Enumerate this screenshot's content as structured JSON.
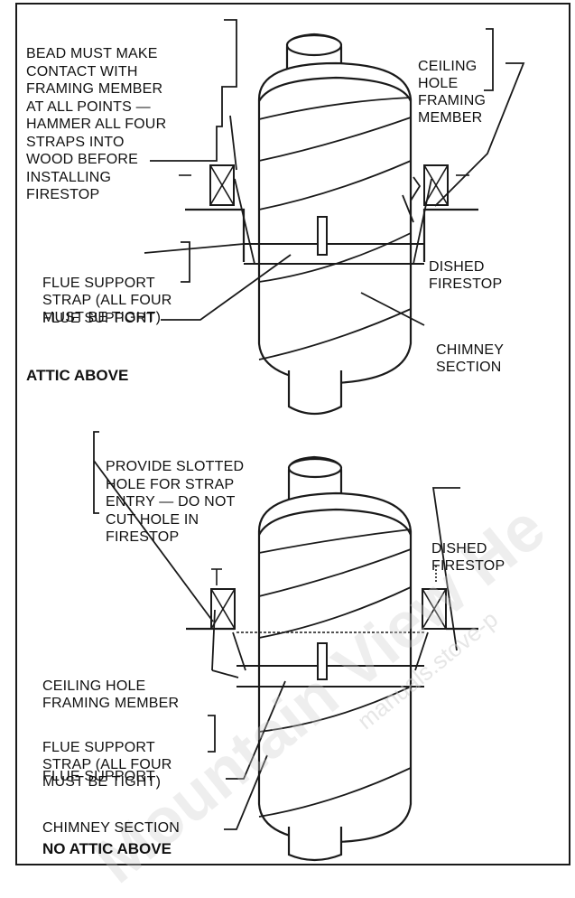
{
  "colors": {
    "ink": "#1a1a1a",
    "paper": "#ffffff",
    "watermark": "#d4d4d4"
  },
  "top_section": {
    "heading": "ATTIC ABOVE",
    "bead_note": [
      "BEAD MUST MAKE",
      "CONTACT WITH",
      "FRAMING MEMBER",
      "AT ALL POINTS —",
      "HAMMER ALL FOUR",
      "STRAPS INTO",
      "WOOD BEFORE",
      "INSTALLING",
      "FIRESTOP"
    ],
    "ceiling_hole": [
      "CEILING",
      "HOLE",
      "FRAMING",
      "MEMBER"
    ],
    "dished_firestop": [
      "DISHED",
      "FIRESTOP"
    ],
    "strap": [
      "FLUE SUPPORT",
      "STRAP (ALL FOUR",
      "MUST BE TIGHT)"
    ],
    "flue_support": "FLUE SUPPORT",
    "chimney_section": [
      "CHIMNEY",
      "SECTION"
    ]
  },
  "bottom_section": {
    "heading": "NO ATTIC ABOVE",
    "slotted_note": [
      "PROVIDE SLOTTED",
      "HOLE FOR STRAP",
      "ENTRY — DO NOT",
      "CUT HOLE IN",
      "FIRESTOP"
    ],
    "dished_firestop": [
      "DISHED",
      "FIRESTOP"
    ],
    "ceiling_hole": [
      "CEILING HOLE",
      "FRAMING MEMBER"
    ],
    "strap": [
      "FLUE SUPPORT",
      "STRAP (ALL FOUR",
      "MUST BE TIGHT)"
    ],
    "flue_support": "FLUE SUPPORT",
    "chimney_section": "CHIMNEY SECTION"
  },
  "watermark": {
    "main": "Mountain View He",
    "url": "manuals.stove-p"
  }
}
